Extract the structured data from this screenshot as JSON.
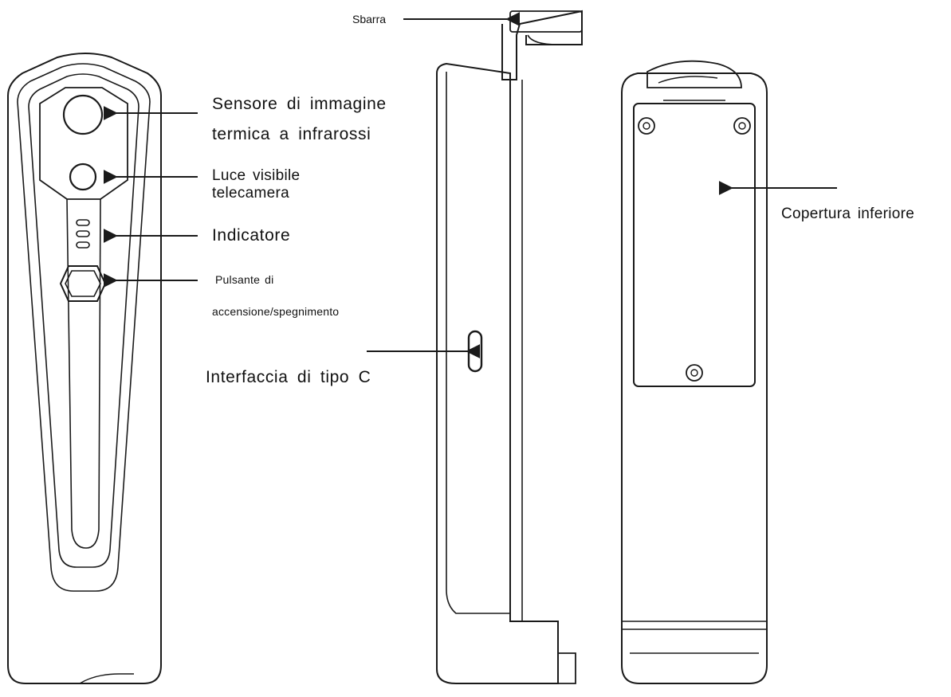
{
  "labels": {
    "sbarra": "Sbarra",
    "sensor_line1": "Sensore di immagine",
    "sensor_line2": "termica a infrarossi",
    "camera_line1": "Luce visibile",
    "camera_line2": "telecamera",
    "indicator": "Indicatore",
    "power_line1": "Pulsante di",
    "power_line2": "accensione/spegnimento",
    "typec": "Interfaccia di tipo C",
    "cover": "Copertura inferiore"
  },
  "colors": {
    "line": "#1a1a1a",
    "text": "#111111",
    "background": "#ffffff"
  }
}
